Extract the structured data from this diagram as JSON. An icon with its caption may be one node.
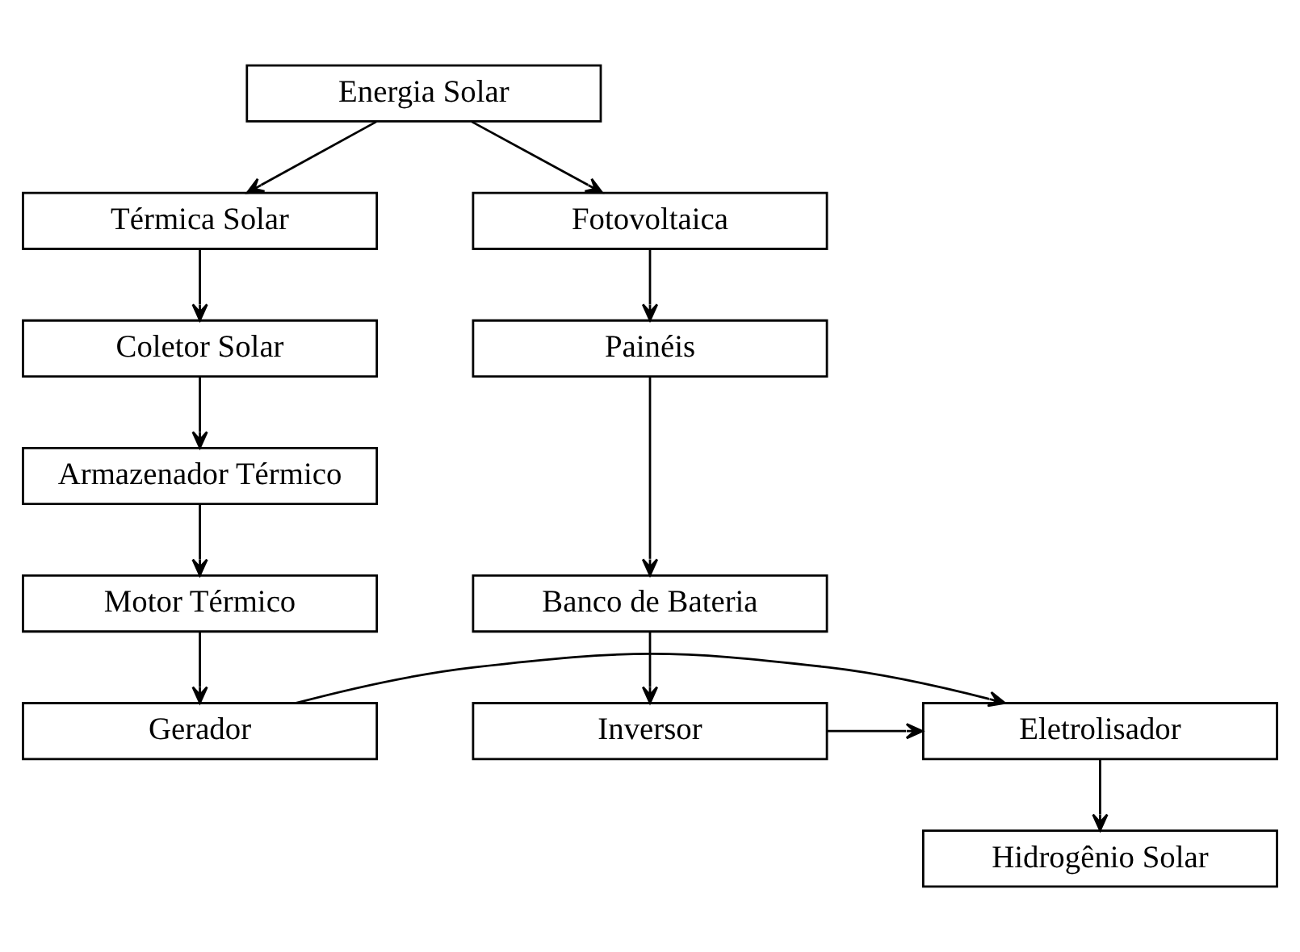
{
  "diagram": {
    "nodes": [
      {
        "text": [
          "Energia Solar"
        ]
      },
      {
        "text": [
          "Térmica Solar"
        ]
      },
      {
        "text": [
          "Fotovoltaica"
        ]
      },
      {
        "text": [
          "Coletor Solar"
        ]
      },
      {
        "text": [
          "Armazenador Térmico"
        ]
      },
      {
        "text": [
          "Motor Térmico"
        ]
      },
      {
        "text": [
          "Gerador"
        ]
      },
      {
        "text": [
          "Painéis"
        ]
      },
      {
        "text": [
          "Banco de Bateria"
        ]
      },
      {
        "text": [
          "Inversor"
        ]
      },
      {
        "text": [
          "Eletrolisador"
        ]
      },
      {
        "text": [
          "Hidrogênio Solar"
        ]
      }
    ],
    "edges": [
      {
        "from": 0,
        "to": 1,
        "arrow": "to"
      },
      {
        "from": 0,
        "to": 2,
        "arrow": "to"
      },
      {
        "from": 1,
        "to": 3,
        "arrow": "to"
      },
      {
        "from": 3,
        "to": 4,
        "arrow": "to"
      },
      {
        "from": 4,
        "to": 5,
        "arrow": "to"
      },
      {
        "from": 5,
        "to": 6,
        "arrow": "to"
      },
      {
        "from": 6,
        "to": 10,
        "arrow": "to"
      },
      {
        "from": 2,
        "to": 7,
        "arrow": "to"
      },
      {
        "from": 7,
        "to": 8,
        "arrow": "to"
      },
      {
        "from": 8,
        "to": 9,
        "arrow": "to"
      },
      {
        "from": 9,
        "to": 10,
        "arrow": "to"
      },
      {
        "from": 10,
        "to": 11,
        "arrow": "to"
      }
    ]
  }
}
